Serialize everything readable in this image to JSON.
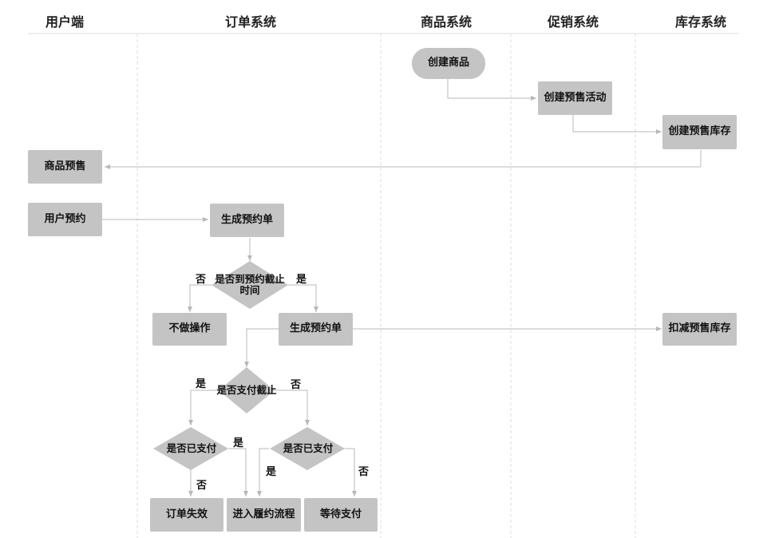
{
  "lanes": [
    "用户端",
    "订单系统",
    "商品系统",
    "促销系统",
    "库存系统"
  ],
  "nodes": {
    "create_product": "创建商品",
    "create_presale_activity": "创建预售活动",
    "create_presale_stock": "创建预售库存",
    "product_presale": "商品预售",
    "user_reserve": "用户预约",
    "gen_reservation_1": "生成预约单",
    "reached_deadline": "是否到预约截止时间",
    "no_operation": "不做操作",
    "gen_reservation_2": "生成预约单",
    "deduct_presale_stock": "扣减预售库存",
    "payment_deadline": "是否支付截止",
    "paid_left": "是否已支付",
    "paid_right": "是否已支付",
    "order_invalid": "订单失效",
    "enter_fulfillment": "进入履约流程",
    "wait_payment": "等待支付"
  },
  "branch_labels": {
    "no": "否",
    "yes": "是"
  },
  "colors": {
    "node_fill": "#c4c4c4",
    "line": "#b8b8b8",
    "lane_divider": "#dddddd"
  }
}
